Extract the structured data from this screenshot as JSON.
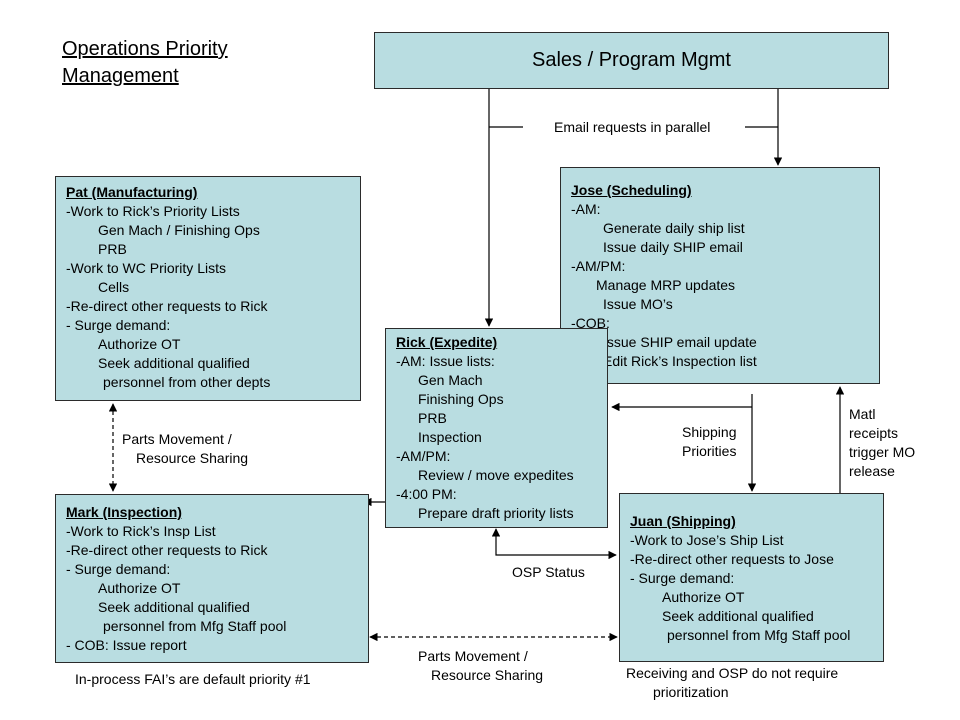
{
  "title": [
    "Operations Priority",
    "Management"
  ],
  "sales": "Sales / Program Mgmt",
  "email_label": "Email requests in parallel",
  "pat": {
    "header": "Pat (Manufacturing)",
    "lines": [
      {
        "t": "-Work to Rick’s Priority Lists",
        "i": 0
      },
      {
        "t": "Gen Mach / Finishing Ops",
        "i": 1
      },
      {
        "t": "PRB",
        "i": 1
      },
      {
        "t": "-Work to WC Priority Lists",
        "i": 0
      },
      {
        "t": "Cells",
        "i": 1
      },
      {
        "t": "-Re-direct other requests to Rick",
        "i": 0
      },
      {
        "t": "- Surge demand:",
        "i": 0
      },
      {
        "t": "Authorize OT",
        "i": 1
      },
      {
        "t": "Seek additional qualified",
        "i": 1
      },
      {
        "t": "personnel from other depts",
        "i": 2
      }
    ]
  },
  "jose": {
    "header": "Jose (Scheduling)",
    "lines": [
      {
        "t": "-AM:",
        "i": 0
      },
      {
        "t": "Generate daily ship list",
        "i": 1
      },
      {
        "t": "Issue daily SHIP email",
        "i": 1
      },
      {
        "t": "-AM/PM:",
        "i": 0
      },
      {
        "t": "Manage MRP updates",
        "i": 3
      },
      {
        "t": "Issue MO’s",
        "i": 1
      },
      {
        "t": "-COB:",
        "i": 0
      },
      {
        "t": "Issue SHIP email update",
        "i": 1
      },
      {
        "t": "Edit Rick’s Inspection list",
        "i": 1
      }
    ]
  },
  "rick": {
    "header": "Rick (Expedite)",
    "lines": [
      {
        "t": "-AM:  Issue lists:",
        "i": 0
      },
      {
        "t": "Gen Mach",
        "i": 4
      },
      {
        "t": "Finishing Ops",
        "i": 4
      },
      {
        "t": "PRB",
        "i": 4
      },
      {
        "t": "Inspection",
        "i": 4
      },
      {
        "t": "-AM/PM:",
        "i": 0
      },
      {
        "t": "Review / move expedites",
        "i": 4
      },
      {
        "t": "-4:00 PM:",
        "i": 0
      },
      {
        "t": "Prepare draft priority lists",
        "i": 4
      }
    ]
  },
  "mark": {
    "header": "Mark (Inspection)",
    "lines": [
      {
        "t": "-Work to Rick’s Insp List",
        "i": 0
      },
      {
        "t": "-Re-direct other requests to Rick",
        "i": 0
      },
      {
        "t": "- Surge demand:",
        "i": 0
      },
      {
        "t": "Authorize OT",
        "i": 1
      },
      {
        "t": "Seek additional qualified",
        "i": 1
      },
      {
        "t": "personnel from Mfg Staff pool",
        "i": 2
      },
      {
        "t": "- COB:  Issue report",
        "i": 0
      }
    ]
  },
  "juan": {
    "header": "Juan (Shipping)",
    "lines": [
      {
        "t": "-Work to Jose’s Ship List",
        "i": 0
      },
      {
        "t": "-Re-direct other requests to Jose",
        "i": 0
      },
      {
        "t": "- Surge demand:",
        "i": 0
      },
      {
        "t": "Authorize OT",
        "i": 1
      },
      {
        "t": "Seek additional qualified",
        "i": 1
      },
      {
        "t": "personnel from Mfg Staff pool",
        "i": 2
      }
    ]
  },
  "parts_left": [
    "Parts Movement /",
    "Resource Sharing"
  ],
  "parts_bottom": [
    "Parts Movement /",
    "Resource Sharing"
  ],
  "shipping_priorities": [
    "Shipping",
    "Priorities"
  ],
  "matl": [
    "Matl",
    "receipts",
    "trigger MO",
    "release"
  ],
  "osp_status": "OSP Status",
  "fai_note": "In-process FAI’s are default priority #1",
  "receiving_note": [
    "Receiving and OSP do not require",
    "prioritization"
  ]
}
